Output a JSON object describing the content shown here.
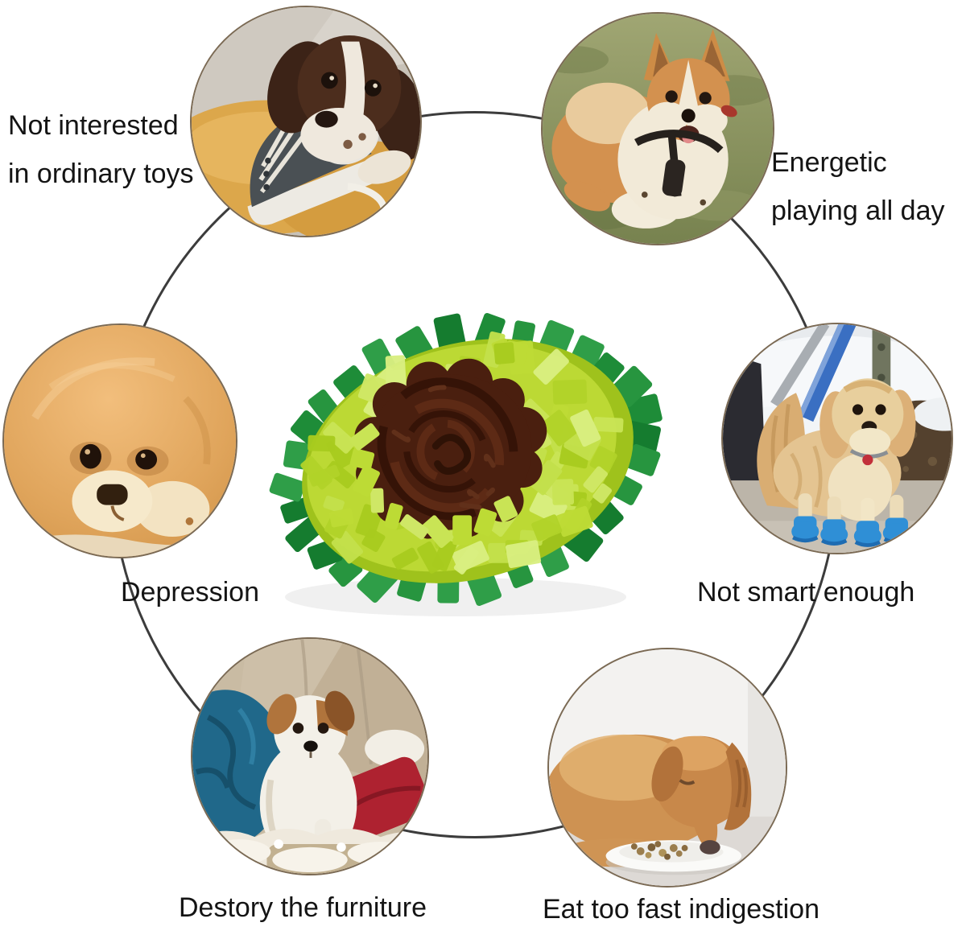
{
  "page": {
    "background_color": "#ffffff",
    "ring_color": "#3c3c3c",
    "text_color": "#141414"
  },
  "product": {
    "name": "avocado-snuffle-mat",
    "image": "avocado-snuffle-mat-photo",
    "colors": {
      "fringe_dark_green": "#1e8c38",
      "fleece_light_green": "#bcd934",
      "fleece_bright_green": "#cfe766",
      "center_brown": "#4a1f0f"
    }
  },
  "callouts": [
    {
      "id": "not-interested",
      "line1": "Not interested",
      "line2": "in ordinary toys",
      "photo": "dog-chewing-shoe-photo"
    },
    {
      "id": "energetic",
      "line1": "Energetic",
      "line2": "playing all day",
      "photo": "corgi-running-photo"
    },
    {
      "id": "depression",
      "line1": "Depression",
      "line2": "",
      "photo": "sad-pomeranian-photo"
    },
    {
      "id": "not-smart",
      "line1": "Not smart enough",
      "line2": "",
      "photo": "dog-blue-boots-photo"
    },
    {
      "id": "destroy-furniture",
      "line1": "Destory the furniture",
      "line2": "",
      "photo": "jack-russell-couch-photo"
    },
    {
      "id": "eat-too-fast",
      "line1": "Eat too fast indigestion",
      "line2": "",
      "photo": "golden-retriever-eating-photo"
    }
  ]
}
